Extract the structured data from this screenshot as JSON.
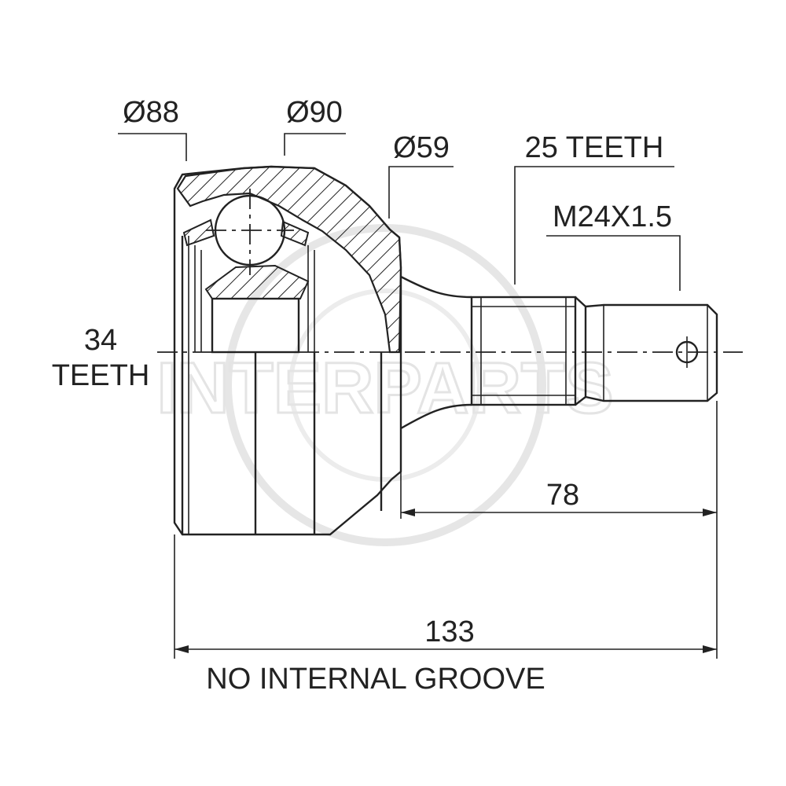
{
  "watermark": {
    "text": "INTERPARTS"
  },
  "labels": {
    "d88": "Ø88",
    "d90": "Ø90",
    "d59": "Ø59",
    "teeth_outer": "25 TEETH",
    "thread": "M24X1.5",
    "teeth_inner_count": "34",
    "teeth_inner_word": "TEETH",
    "len_stub": "78",
    "len_total": "133",
    "note": "NO INTERNAL GROOVE"
  },
  "colors": {
    "line": "#222222",
    "watermark": "#e4e4e4",
    "background": "#ffffff"
  }
}
